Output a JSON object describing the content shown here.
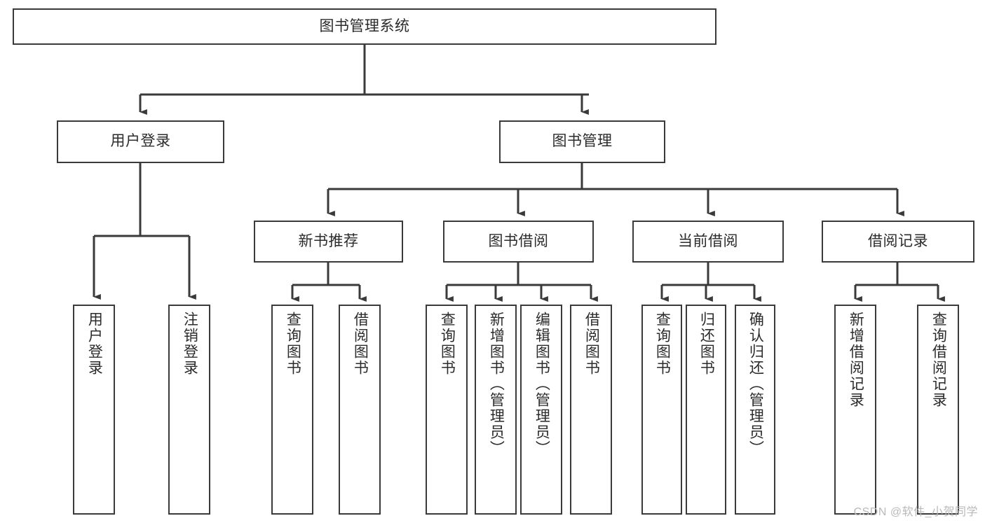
{
  "diagram": {
    "title": "图书管理系统",
    "watermark": "CSDN @软件_小贺同学",
    "colors": {
      "stroke": "#3a3a3a",
      "box_fill": "#ffffff",
      "text": "#2b2b2b",
      "watermark": "#b9b9b9",
      "background": "#ffffff"
    },
    "levels": {
      "root": "图书管理系统",
      "level2": [
        "用户登录",
        "图书管理"
      ],
      "level3": [
        "新书推荐",
        "图书借阅",
        "当前借阅",
        "借阅记录"
      ]
    },
    "nodes": {
      "root": {
        "label": "图书管理系统"
      },
      "user_login": {
        "label": "用户登录"
      },
      "book_manage": {
        "label": "图书管理"
      },
      "new_book_rec": {
        "label": "新书推荐"
      },
      "book_borrow": {
        "label": "图书借阅"
      },
      "current_borrow": {
        "label": "当前借阅"
      },
      "borrow_record": {
        "label": "借阅记录"
      },
      "leaf_user_login": {
        "label": "用户登录"
      },
      "leaf_logout": {
        "label": "注销登录"
      },
      "leaf_query_book_a": {
        "label": "查询图书"
      },
      "leaf_borrow_book_a": {
        "label": "借阅图书"
      },
      "leaf_query_book_b": {
        "label": "查询图书"
      },
      "leaf_add_book": {
        "label": "新增图书（管理员）"
      },
      "leaf_edit_book": {
        "label": "编辑图书（管理员）"
      },
      "leaf_borrow_book_b": {
        "label": "借阅图书"
      },
      "leaf_query_book_c": {
        "label": "查询图书"
      },
      "leaf_return_book": {
        "label": "归还图书"
      },
      "leaf_confirm_return": {
        "label": "确认归还（管理员）"
      },
      "leaf_add_record": {
        "label": "新增借阅记录"
      },
      "leaf_query_record": {
        "label": "查询借阅记录"
      }
    },
    "tree": {
      "name": "图书管理系统",
      "children": [
        {
          "name": "用户登录",
          "children": [
            {
              "name": "用户登录"
            },
            {
              "name": "注销登录"
            }
          ]
        },
        {
          "name": "图书管理",
          "children": [
            {
              "name": "新书推荐",
              "children": [
                {
                  "name": "查询图书"
                },
                {
                  "name": "借阅图书"
                }
              ]
            },
            {
              "name": "图书借阅",
              "children": [
                {
                  "name": "查询图书"
                },
                {
                  "name": "新增图书（管理员）"
                },
                {
                  "name": "编辑图书（管理员）"
                },
                {
                  "name": "借阅图书"
                }
              ]
            },
            {
              "name": "当前借阅",
              "children": [
                {
                  "name": "查询图书"
                },
                {
                  "name": "归还图书"
                },
                {
                  "name": "确认归还（管理员）"
                }
              ]
            },
            {
              "name": "借阅记录",
              "children": [
                {
                  "name": "新增借阅记录"
                },
                {
                  "name": "查询借阅记录"
                }
              ]
            }
          ]
        }
      ]
    }
  }
}
